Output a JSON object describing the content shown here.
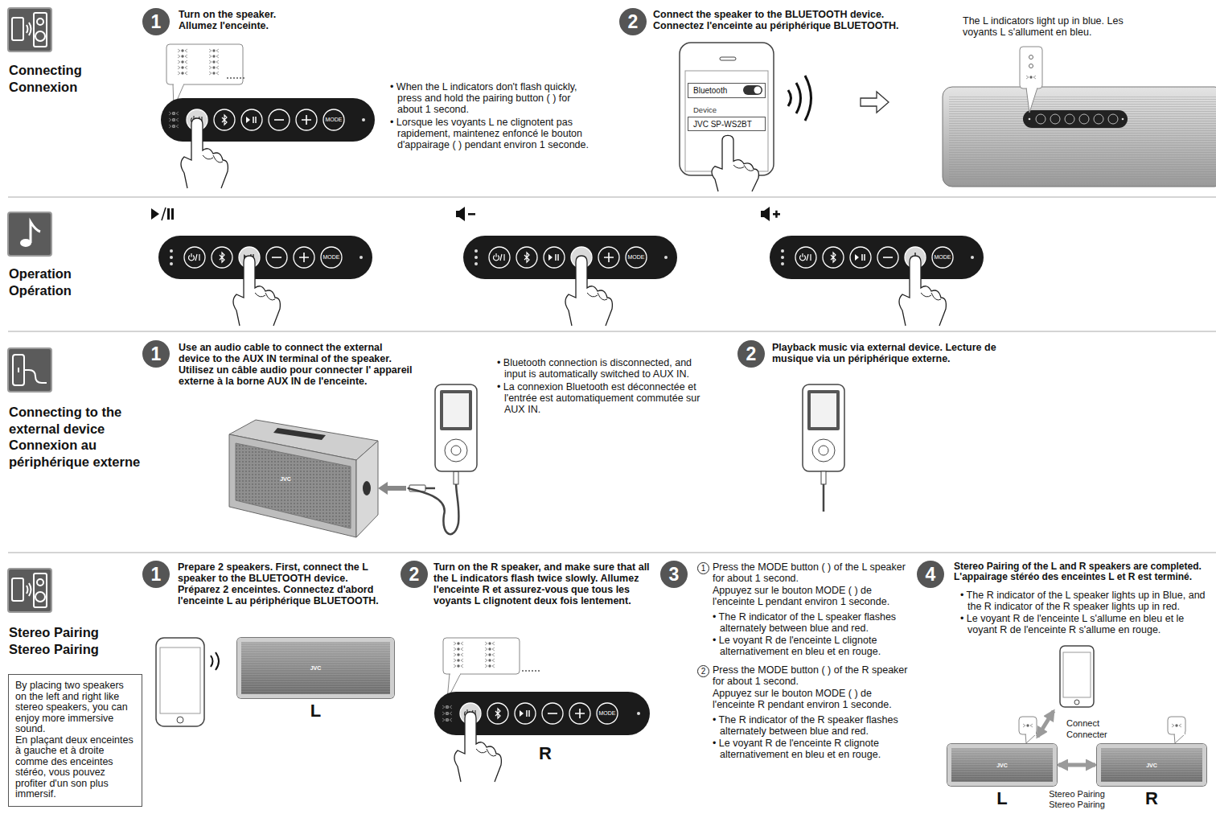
{
  "diagram": {
    "nodes": [
      {
        "text": [
          "1"
        ]
      },
      {
        "text": [
          "2"
        ]
      },
      {
        "text": [
          "Bluetooth"
        ]
      },
      {
        "text": [
          "Device",
          "JVC SP-WS2BT"
        ]
      },
      {
        "text": [
          "1"
        ]
      },
      {
        "text": [
          "2"
        ]
      },
      {
        "text": [
          "By placing two speakers on the left and right like stereo speakers, you can enjoy more immersive sound.",
          "En plaçant deux enceintes à gauche et à droite comme des enceintes stéréo, vous pouvez profiter d'un son plus immersif."
        ]
      },
      {
        "text": [
          "1"
        ]
      },
      {
        "text": [
          "JVC",
          "L"
        ]
      },
      {
        "text": [
          "2"
        ]
      },
      {
        "text": [
          "3"
        ]
      },
      {
        "text": [
          "1"
        ]
      },
      {
        "text": [
          "2"
        ]
      },
      {
        "text": [
          "4"
        ]
      },
      {
        "text": [
          "JVC",
          "L"
        ]
      },
      {
        "text": [
          "JVC",
          "R"
        ]
      }
    ],
    "edges": [
      {
        "from": 14,
        "to": 15,
        "arrow": "both",
        "label": "Stereo Pairing Stereo Pairing"
      }
    ],
    "labels": [
      "Connecting Connexion",
      "Turn on the speaker. Allumez l'enceinte.",
      "• When the L indicators don't flash quickly, press and hold the pairing button ( ) for about 1 second.",
      "• Lorsque les voyants L ne clignotent pas rapidement, maintenez enfoncé le bouton d'appairage ( ) pendant environ 1 seconde.",
      "MODE",
      "Connect the speaker to the BLUETOOTH device. Connectez l'enceinte au périphérique BLUETOOTH.",
      "The L indicators light up in blue. Les voyants L s'allument en bleu.",
      "Operation Opération",
      "MODE",
      "MODE",
      "MODE",
      "Connecting to the external device Connexion au périphérique externe",
      "Use an audio cable to connect the external device to the AUX IN terminal of the speaker. Utilisez un câble audio pour connecter l' appareil externe à la borne AUX IN de l'enceinte.",
      "• Bluetooth connection is disconnected, and input is automatically switched to AUX IN.",
      "• La connexion Bluetooth est déconnectée et l'entrée est automatiquement commutée sur AUX IN.",
      "JVC",
      "Playback music via external device. Lecture de musique via un périphérique externe.",
      "Stereo Pairing Stereo Pairing",
      "Prepare 2 speakers. First, connect the L speaker to the BLUETOOTH device. Préparez 2 enceintes. Connectez d'abord l'enceinte L au périphérique BLUETOOTH.",
      "Turn on the R speaker, and make sure that all the L indicators flash twice slowly. Allumez l'enceinte R et assurez-vous que tous les voyants L clignotent deux fois lentement.",
      "MODE",
      "R",
      "Press the MODE button ( ) of the L speaker for about 1 second.",
      "Appuyez sur le bouton MODE ( ) de l'enceinte L pendant environ 1 seconde.",
      "• The R indicator of the L speaker flashes alternately between blue and red.",
      "• Le voyant R de l'enceinte L clignote alternativement en bleu et en rouge.",
      "Press the MODE button ( ) of the R speaker for about 1 second.",
      "Appuyez sur le bouton MODE ( ) de l'enceinte R pendant environ 1 seconde.",
      "• The R indicator of the R speaker flashes alternately between blue and red.",
      "• Le voyant R de l'enceinte R clignote alternativement en bleu et en rouge.",
      "Stereo Pairing of the L and R speakers are completed. L'appairage stéréo des enceintes L et R est terminé.",
      "• The R indicator of the L speaker lights up in Blue, and the R indicator of the R speaker lights up in red.",
      "• Le voyant R de l'enceinte L s'allume en bleu et le voyant R de l'enceinte R s'allume en rouge.",
      "Connect Connecter"
    ]
  }
}
